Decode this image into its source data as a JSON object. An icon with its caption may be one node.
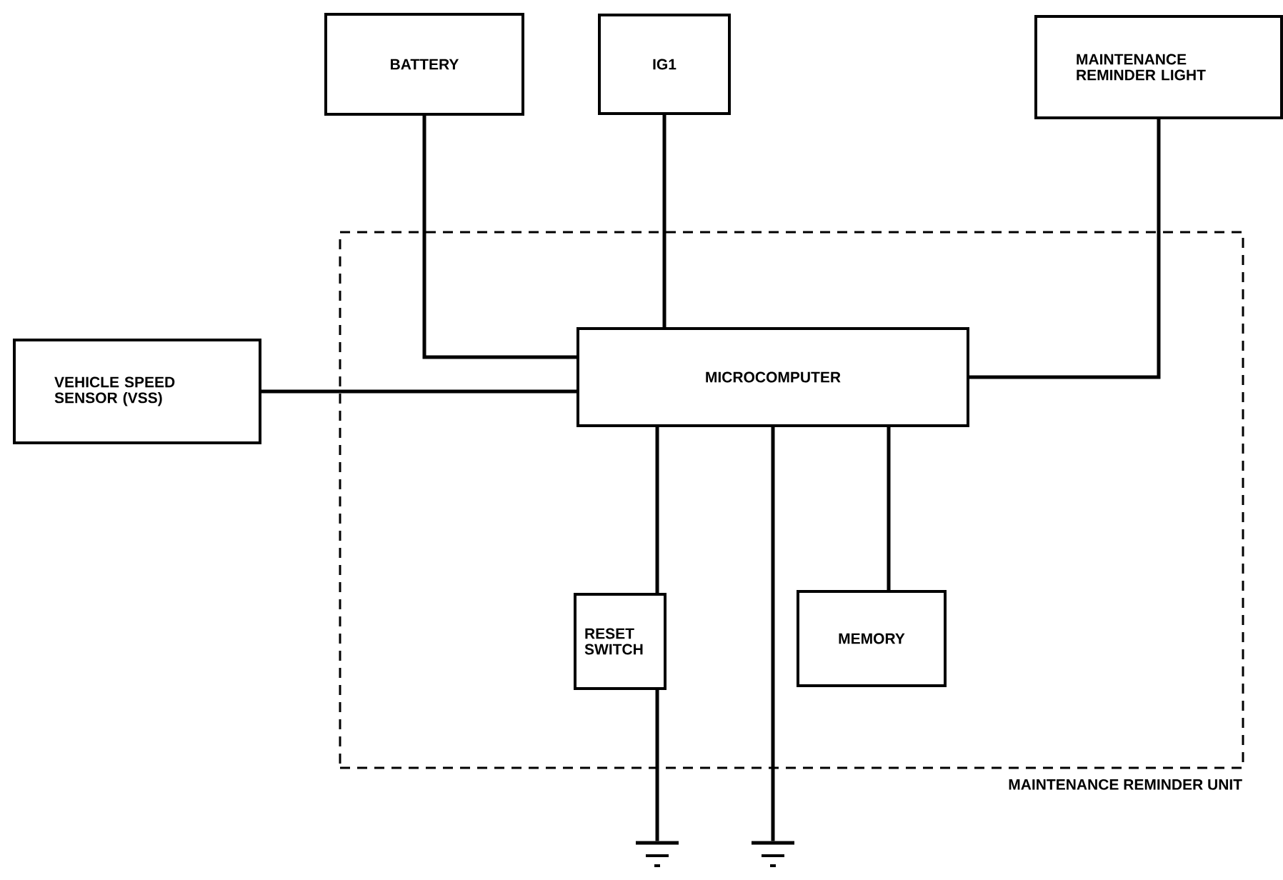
{
  "diagram": {
    "nodes": [
      {
        "text": [
          "BATTERY"
        ]
      },
      {
        "text": [
          "IG1"
        ]
      },
      {
        "text": [
          "MAINTENANCE REMINDER LIGHT"
        ]
      },
      {
        "text": [
          "MAINTENANCE REMINDER UNIT"
        ]
      },
      {
        "text": [
          "VEHICLE SPEED SENSOR (VSS)"
        ]
      },
      {
        "text": [
          "MICROCOMPUTER"
        ],
        "in": 3
      },
      {
        "text": [
          "RESET SWITCH"
        ],
        "in": 3
      },
      {
        "text": [
          "MEMORY"
        ],
        "in": 3
      },
      {
        "text": [],
        "shape": "ground"
      },
      {
        "text": [],
        "shape": "ground"
      }
    ],
    "edges": [
      {
        "from": 0,
        "to": 5,
        "arrow": "none"
      },
      {
        "from": 1,
        "to": 5,
        "arrow": "none"
      },
      {
        "from": 2,
        "to": 5,
        "arrow": "none"
      },
      {
        "from": 4,
        "to": 5,
        "arrow": "none"
      },
      {
        "from": 5,
        "to": 6,
        "arrow": "none"
      },
      {
        "from": 5,
        "to": 7,
        "arrow": "none"
      },
      {
        "from": 6,
        "to": 8,
        "arrow": "none"
      },
      {
        "from": 5,
        "to": 9,
        "arrow": "none"
      }
    ]
  }
}
